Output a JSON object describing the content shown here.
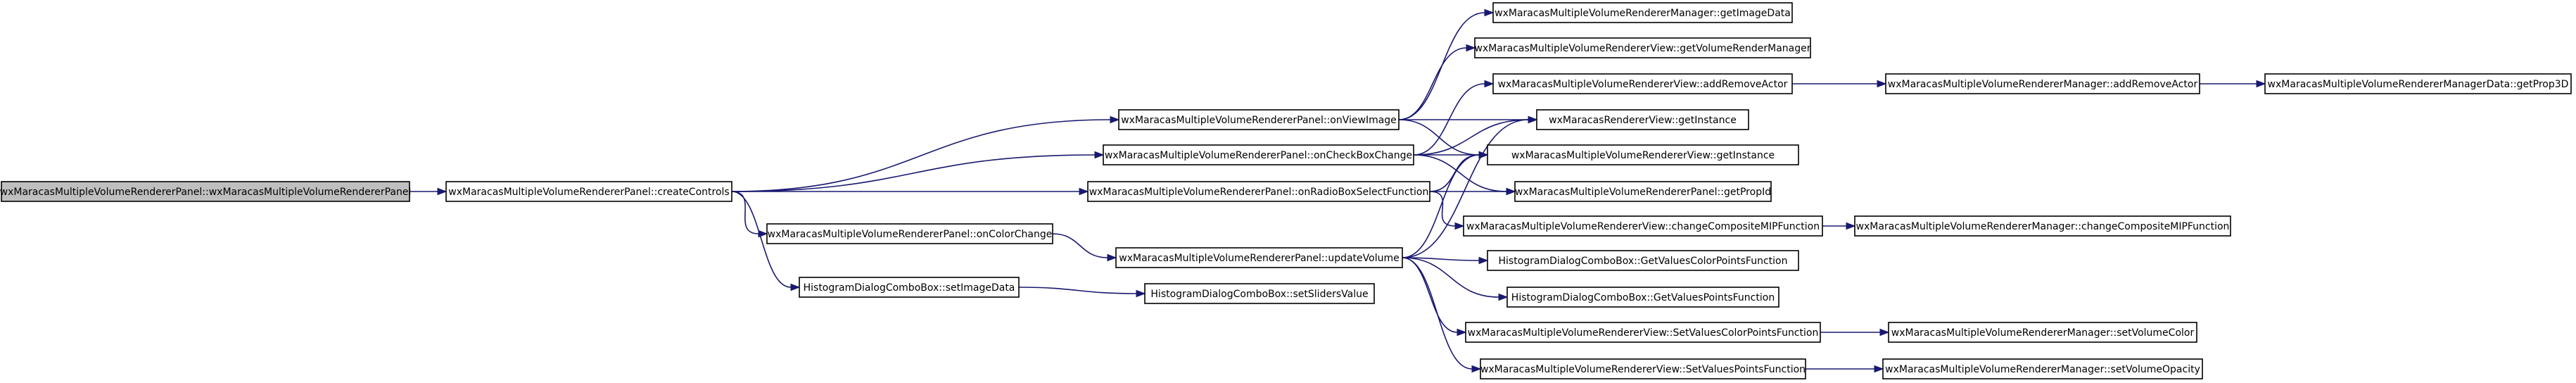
{
  "graph": {
    "colors": {
      "edge": "#191970",
      "root_fill": "#bfbfbf",
      "node_fill": "#ffffff",
      "node_border": "#000000"
    },
    "nodes": [
      {
        "id": "root",
        "label": "wxMaracasMultipleVolumeRendererPanel::wxMaracasMultipleVolumeRendererPanel"
      },
      {
        "id": "createControls",
        "label": "wxMaracasMultipleVolumeRendererPanel::createControls"
      },
      {
        "id": "onViewImage",
        "label": "wxMaracasMultipleVolumeRendererPanel::onViewImage"
      },
      {
        "id": "onCheckBoxChange",
        "label": "wxMaracasMultipleVolumeRendererPanel::onCheckBoxChange"
      },
      {
        "id": "onRadioBoxSelectFunction",
        "label": "wxMaracasMultipleVolumeRendererPanel::onRadioBoxSelectFunction"
      },
      {
        "id": "onColorChange",
        "label": "wxMaracasMultipleVolumeRendererPanel::onColorChange"
      },
      {
        "id": "setImageData",
        "label": "HistogramDialogComboBox::setImageData"
      },
      {
        "id": "updateVolume",
        "label": "wxMaracasMultipleVolumeRendererPanel::updateVolume"
      },
      {
        "id": "setSlidersValue",
        "label": "HistogramDialogComboBox::setSlidersValue"
      },
      {
        "id": "mgrGetImageData",
        "label": "wxMaracasMultipleVolumeRendererManager::getImageData"
      },
      {
        "id": "viewGetVolumeRenderManager",
        "label": "wxMaracasMultipleVolumeRendererView::getVolumeRenderManager"
      },
      {
        "id": "viewAddRemoveActor",
        "label": "wxMaracasMultipleVolumeRendererView::addRemoveActor"
      },
      {
        "id": "rendererViewGetInstance",
        "label": "wxMaracasRendererView::getInstance"
      },
      {
        "id": "viewGetInstance",
        "label": "wxMaracasMultipleVolumeRendererView::getInstance"
      },
      {
        "id": "panelGetPropId",
        "label": "wxMaracasMultipleVolumeRendererPanel::getPropId"
      },
      {
        "id": "viewChangeCompositeMIP",
        "label": "wxMaracasMultipleVolumeRendererView::changeCompositeMIPFunction"
      },
      {
        "id": "getValuesColorPoints",
        "label": "HistogramDialogComboBox::GetValuesColorPointsFunction"
      },
      {
        "id": "getValuesPoints",
        "label": "HistogramDialogComboBox::GetValuesPointsFunction"
      },
      {
        "id": "viewSetValuesColorPoints",
        "label": "wxMaracasMultipleVolumeRendererView::SetValuesColorPointsFunction"
      },
      {
        "id": "viewSetValuesPoints",
        "label": "wxMaracasMultipleVolumeRendererView::SetValuesPointsFunction"
      },
      {
        "id": "mgrAddRemoveActor",
        "label": "wxMaracasMultipleVolumeRendererManager::addRemoveActor"
      },
      {
        "id": "mgrChangeCompositeMIP",
        "label": "wxMaracasMultipleVolumeRendererManager::changeCompositeMIPFunction"
      },
      {
        "id": "mgrSetVolumeColor",
        "label": "wxMaracasMultipleVolumeRendererManager::setVolumeColor"
      },
      {
        "id": "mgrSetVolumeOpacity",
        "label": "wxMaracasMultipleVolumeRendererManager::setVolumeOpacity"
      },
      {
        "id": "mgrDataGetProp3D",
        "label": "wxMaracasMultipleVolumeRendererManagerData::getProp3D"
      }
    ],
    "edges": [
      [
        "root",
        "createControls"
      ],
      [
        "createControls",
        "onViewImage"
      ],
      [
        "createControls",
        "onCheckBoxChange"
      ],
      [
        "createControls",
        "onRadioBoxSelectFunction"
      ],
      [
        "createControls",
        "onColorChange"
      ],
      [
        "createControls",
        "setImageData"
      ],
      [
        "onViewImage",
        "mgrGetImageData"
      ],
      [
        "onViewImage",
        "viewGetVolumeRenderManager"
      ],
      [
        "onViewImage",
        "rendererViewGetInstance"
      ],
      [
        "onViewImage",
        "viewGetInstance"
      ],
      [
        "onCheckBoxChange",
        "viewAddRemoveActor"
      ],
      [
        "onCheckBoxChange",
        "rendererViewGetInstance"
      ],
      [
        "onCheckBoxChange",
        "viewGetInstance"
      ],
      [
        "onCheckBoxChange",
        "panelGetPropId"
      ],
      [
        "onRadioBoxSelectFunction",
        "viewGetInstance"
      ],
      [
        "onRadioBoxSelectFunction",
        "panelGetPropId"
      ],
      [
        "onRadioBoxSelectFunction",
        "viewChangeCompositeMIP"
      ],
      [
        "onColorChange",
        "updateVolume"
      ],
      [
        "setImageData",
        "setSlidersValue"
      ],
      [
        "updateVolume",
        "rendererViewGetInstance"
      ],
      [
        "updateVolume",
        "viewGetInstance"
      ],
      [
        "updateVolume",
        "getValuesColorPoints"
      ],
      [
        "updateVolume",
        "getValuesPoints"
      ],
      [
        "updateVolume",
        "viewSetValuesColorPoints"
      ],
      [
        "updateVolume",
        "viewSetValuesPoints"
      ],
      [
        "viewAddRemoveActor",
        "mgrAddRemoveActor"
      ],
      [
        "mgrAddRemoveActor",
        "mgrDataGetProp3D"
      ],
      [
        "viewChangeCompositeMIP",
        "mgrChangeCompositeMIP"
      ],
      [
        "viewSetValuesColorPoints",
        "mgrSetVolumeColor"
      ],
      [
        "viewSetValuesPoints",
        "mgrSetVolumeOpacity"
      ]
    ]
  }
}
